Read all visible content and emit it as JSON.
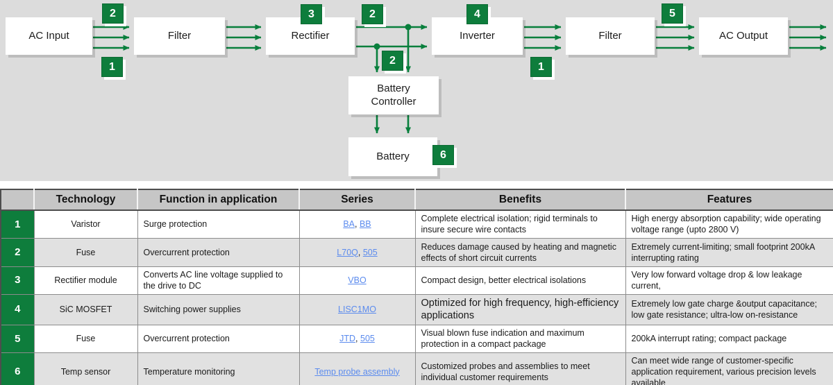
{
  "colors": {
    "accent_green": "#0e7d3c",
    "link_blue": "#5b8bee",
    "diagram_bg": "#dcdcdc",
    "header_bg": "#c6c6c6",
    "alt_row_bg": "#e1e1e1"
  },
  "diagram": {
    "boxes": [
      {
        "label": "AC Input"
      },
      {
        "label": "Filter"
      },
      {
        "label": "Rectifier"
      },
      {
        "label": "Inverter"
      },
      {
        "label": "Filter"
      },
      {
        "label": "AC Output"
      },
      {
        "label": "Battery Controller"
      },
      {
        "label": "Battery"
      }
    ],
    "badges": [
      {
        "num": "2"
      },
      {
        "num": "1"
      },
      {
        "num": "3"
      },
      {
        "num": "2"
      },
      {
        "num": "4"
      },
      {
        "num": "1"
      },
      {
        "num": "5"
      },
      {
        "num": "2"
      },
      {
        "num": "6"
      }
    ]
  },
  "table": {
    "headers": [
      "Technology",
      "Function in application",
      "Series",
      "Benefits",
      "Features"
    ],
    "rows": [
      {
        "num": "1",
        "technology": "Varistor",
        "function": "Surge protection",
        "series": [
          {
            "label": "BA"
          },
          {
            "label": "BB"
          }
        ],
        "series_sep": ", ",
        "benefits": "Complete electrical isolation; rigid terminals to insure secure wire contacts",
        "features": "High energy absorption capability; wide operating voltage range (upto 2800 V)"
      },
      {
        "num": "2",
        "technology": "Fuse",
        "function": "Overcurrent protection",
        "series": [
          {
            "label": "L70Q"
          },
          {
            "label": "505"
          }
        ],
        "series_sep": ", ",
        "benefits": "Reduces damage caused by heating and magnetic effects of short circuit currents",
        "features": "Extremely current-limiting; small footprint 200kA interrupting rating"
      },
      {
        "num": "3",
        "technology": "Rectifier module",
        "function": "Converts AC line voltage supplied to the drive to DC",
        "series": [
          {
            "label": "VBO"
          }
        ],
        "series_sep": "",
        "benefits": "Compact design, better electrical isolations",
        "features": "Very low forward voltage drop & low leakage current,"
      },
      {
        "num": "4",
        "technology": "SiC MOSFET",
        "function": "Switching power supplies",
        "series": [
          {
            "label": "LISC1MO"
          }
        ],
        "series_sep": "",
        "benefits": "Optimized for high frequency, high-efficiency applications",
        "features": "Extremely low gate charge &output capacitance; low gate resistance; ultra-low on-resistance"
      },
      {
        "num": "5",
        "technology": "Fuse",
        "function": "Overcurrent protection",
        "series": [
          {
            "label": "JTD"
          },
          {
            "label": "505"
          }
        ],
        "series_sep": ", ",
        "benefits": "Visual blown fuse indication and maximum protection in a compact package",
        "features": "200kA interrupt rating; compact package"
      },
      {
        "num": "6",
        "technology": "Temp sensor",
        "function": "Temperature monitoring",
        "series": [
          {
            "label": "Temp probe assembly"
          }
        ],
        "series_sep": "",
        "benefits": "Customized probes and assemblies to meet individual customer requirements",
        "features": "Can meet wide range of customer-specific application requirement, various precision levels available"
      }
    ]
  }
}
